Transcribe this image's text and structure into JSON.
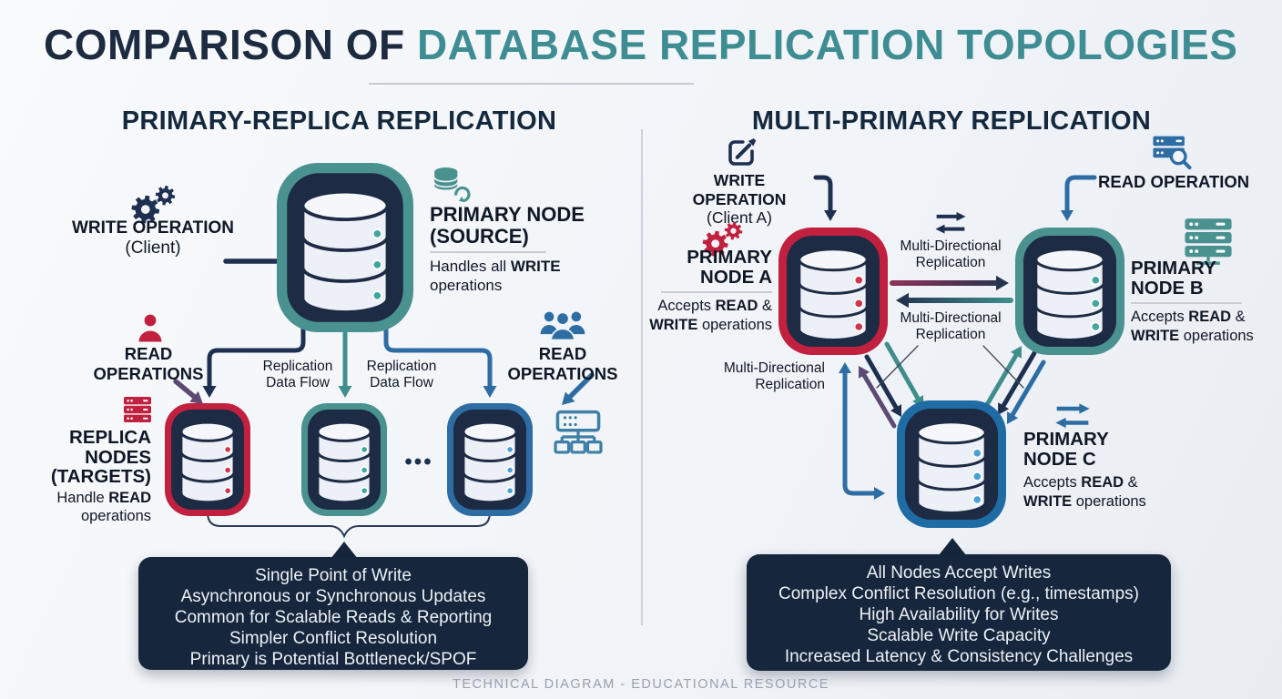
{
  "title": {
    "prefix": "COMPARISON OF",
    "highlight": "DATABASE REPLICATION TOPOLOGIES"
  },
  "footer": "TECHNICAL DIAGRAM - EDUCATIONAL RESOURCE",
  "colors": {
    "navy": "#1d3050",
    "ink": "#16263c",
    "teal": "#4a9290",
    "tealText": "#3e8d93",
    "red": "#c1203f",
    "blue": "#2d6da3",
    "blueC": "#1f6ca5",
    "purple": "#5c4a72",
    "maroon": "#8c3158",
    "dotTeal": "#3fa79d",
    "dotRed": "#d2344c",
    "dotBlue": "#45a0d6",
    "body": "#edf0f7",
    "ringInner": "#1d2b45",
    "steel": "#2e6da4",
    "treeIcon": "#3e7fa6"
  },
  "left": {
    "header": "PRIMARY-REPLICA REPLICATION",
    "write_operation": "WRITE OPERATION",
    "write_client": "(Client)",
    "primary_node": "PRIMARY NODE",
    "primary_source": "(SOURCE)",
    "primary_desc": {
      "pre": "Handles all ",
      "bold": "WRITE",
      "line2": "operations"
    },
    "read_operations_line1": "READ",
    "read_operations_line2": "OPERATIONS",
    "flow_line1": "Replication",
    "flow_line2": "Data Flow",
    "replica_line1": "REPLICA",
    "replica_line2": "NODES",
    "replica_line3": "(TARGETS)",
    "replica_desc": {
      "pre": "Handle ",
      "bold": "READ",
      "line2": "operations"
    },
    "ellipsis": "•••",
    "summary": [
      "Single Point of Write",
      "Asynchronous or Synchronous Updates",
      "Common for Scalable Reads & Reporting",
      "Simpler Conflict Resolution",
      "Primary is Potential Bottleneck/SPOF"
    ]
  },
  "right": {
    "header": "MULTI-PRIMARY REPLICATION",
    "write_operation": "WRITE OPERATION",
    "write_client": "(Client A)",
    "read_operation": "READ OPERATION",
    "node_a_line1": "PRIMARY",
    "node_a_line2": "NODE A",
    "node_b_line1": "PRIMARY",
    "node_b_line2": "NODE B",
    "node_c_line1": "PRIMARY",
    "node_c_line2": "NODE C",
    "accepts": {
      "pre": "Accepts ",
      "read": "READ",
      "amp": " &",
      "write": "WRITE",
      "post": " operations"
    },
    "multi_line1": "Multi-Directional",
    "multi_line2": "Replication",
    "summary": [
      "All Nodes Accept Writes",
      "Complex Conflict Resolution (e.g., timestamps)",
      "High Availability for Writes",
      "Scalable Write Capacity",
      "Increased Latency & Consistency Challenges"
    ]
  }
}
